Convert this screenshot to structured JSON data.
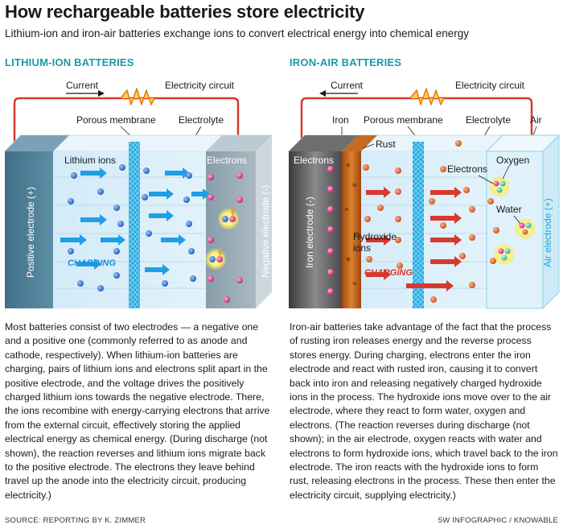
{
  "header": {
    "title": "How rechargeable batteries store electricity",
    "subtitle": "Lithium-ion and iron-air batteries exchange ions to convert electrical energy into chemical energy"
  },
  "lithium": {
    "heading": "LITHIUM-ION BATTERIES",
    "labels": {
      "current": "Current",
      "circuit": "Electricity circuit",
      "membrane": "Porous membrane",
      "electrolyte": "Electrolyte",
      "ions": "Lithium ions",
      "electrons": "Electrons",
      "positive": "Positive electrode (+)",
      "negative": "Negative electrode (-)",
      "charging": "CHARGING"
    },
    "description": "Most batteries consist of two electrodes — a negative one and a positive one (commonly referred to as anode and cathode, respectively). When lithium-ion batteries are charging, pairs of lithium ions and electrons split apart in the positive electrode, and the voltage drives the positively charged lithium ions towards the negative electrode. There, the ions recombine with energy-carrying electrons that arrive from the external circuit, effectively storing the applied electrical energy as chemical energy. (During discharge (not shown), the reaction reverses and lithium ions migrate back to the positive electrode. The electrons they leave behind travel up the anode into the electricity circuit, producing electricity.)"
  },
  "ironair": {
    "heading": "IRON-AIR BATTERIES",
    "labels": {
      "current": "Current",
      "circuit": "Electricity circuit",
      "iron": "Iron",
      "membrane": "Porous membrane",
      "electrolyte": "Electrolyte",
      "air": "Air",
      "rust": "Rust",
      "electrons_left": "Electrons",
      "electrons_right": "Electrons",
      "oxygen": "Oxygen",
      "water": "Water",
      "hydroxide_1": "Hydroxide",
      "hydroxide_2": "ions",
      "iron_electrode": "Iron electrode (-)",
      "air_electrode": "Air electrode (+)",
      "charging": "CHARGING"
    },
    "description": "Iron-air batteries take advantage of the fact that the process of rusting iron releases energy and the reverse process stores energy. During charging, electrons enter the iron electrode and react with rusted iron, causing it to convert back into iron and releasing negatively charged hydroxide ions in the process. The hydroxide ions move over to the air electrode, where they react to form water, oxygen and electrons. (The reaction reverses during discharge (not shown); in the air electrode, oxygen reacts with water and electrons to form hydroxide ions, which travel back to the iron electrode. The iron reacts with the hydroxide ions to form rust, releasing electrons in the process. These then enter the electricity circuit, supplying electricity.)"
  },
  "footer": {
    "source": "SOURCE: REPORTING BY K. ZIMMER",
    "credit": "5W INFOGRAPHIC / KNOWABLE"
  },
  "colors": {
    "accent": "#1a9aa6",
    "circuit": "#d63a2f",
    "charging_li": "#1f8fd6",
    "charging_fe": "#d63a2f",
    "lithium_ion": "#2a6bd0",
    "electron": "#e0318a",
    "hydroxide": "#e0612a"
  }
}
